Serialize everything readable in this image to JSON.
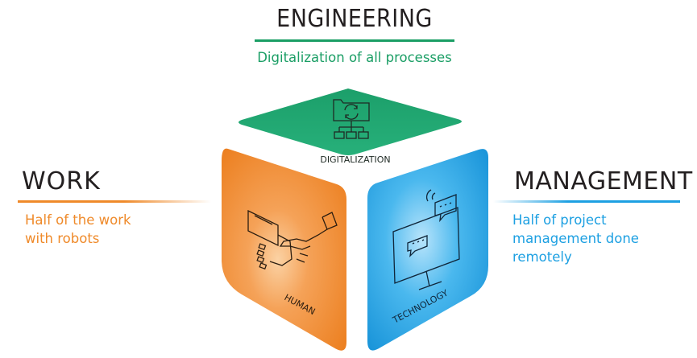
{
  "top": {
    "title": "ENGINEERING",
    "subtitle": "Digitalization of all processes",
    "color": "#1a9e65"
  },
  "left": {
    "title": "WORK",
    "subtitle_lines": [
      "Half of the work",
      "with robots"
    ],
    "color": "#ef8a2a"
  },
  "right": {
    "title": "MANAGEMENT",
    "subtitle_lines": [
      "Half of project",
      "management done",
      "remotely"
    ],
    "color": "#1da0e2"
  },
  "faces": {
    "top_label": "DIGITALIZATION",
    "left_label": "HUMAN",
    "right_label": "TECHNOLOGY"
  },
  "icons": {
    "top": "folder-sync-network-icon",
    "left": "robot-human-handshake-icon",
    "right": "monitor-chat-icon"
  }
}
